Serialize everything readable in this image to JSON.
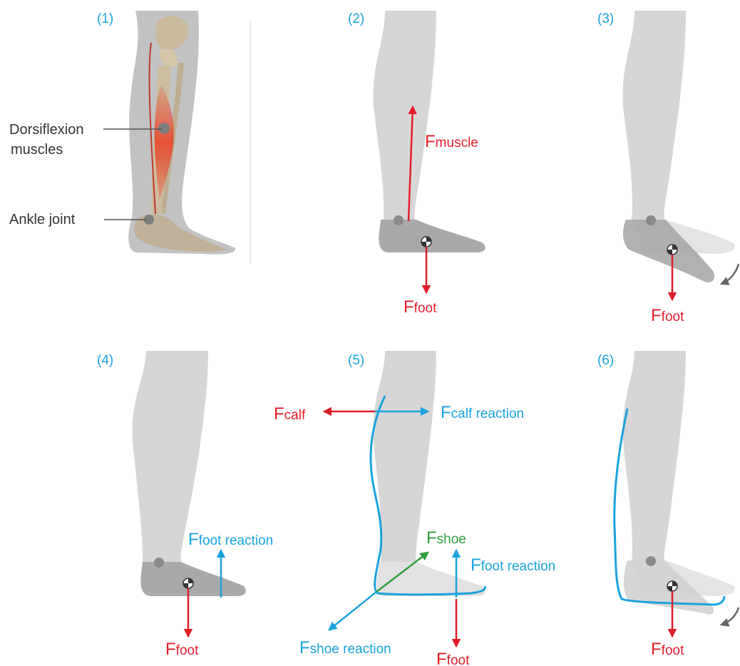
{
  "colors": {
    "panel_number": "#1aa3dd",
    "force_red": "#e11d2a",
    "force_blue": "#1aa3dd",
    "force_green": "#2e9e3a",
    "leg_gray": "#d6d6d6",
    "foot_gray": "#a9a9a9",
    "joint_dot": "#8a8a8a",
    "anatomy_label": "#333333"
  },
  "panels": [
    {
      "number": "(1)"
    },
    {
      "number": "(2)"
    },
    {
      "number": "(3)"
    },
    {
      "number": "(4)"
    },
    {
      "number": "(5)"
    },
    {
      "number": "(6)"
    }
  ],
  "anatomy": {
    "muscle_label_line1": "Dorsiflexion",
    "muscle_label_line2": "muscles",
    "joint_label": "Ankle joint"
  },
  "forces": {
    "muscle": {
      "main": "F",
      "sub": "muscle"
    },
    "foot": {
      "main": "F",
      "sub": "foot"
    },
    "foot_reaction": {
      "main": "F",
      "sub": "foot reaction"
    },
    "calf": {
      "main": "F",
      "sub": "calf"
    },
    "calf_reaction": {
      "main": "F",
      "sub": "calf reaction"
    },
    "shoe": {
      "main": "F",
      "sub": "shoe"
    },
    "shoe_reaction": {
      "main": "F",
      "sub": "shoe reaction"
    }
  },
  "icons": [
    "center-of-mass-icon",
    "rotation-arrow-icon",
    "ankle-joint-icon"
  ]
}
